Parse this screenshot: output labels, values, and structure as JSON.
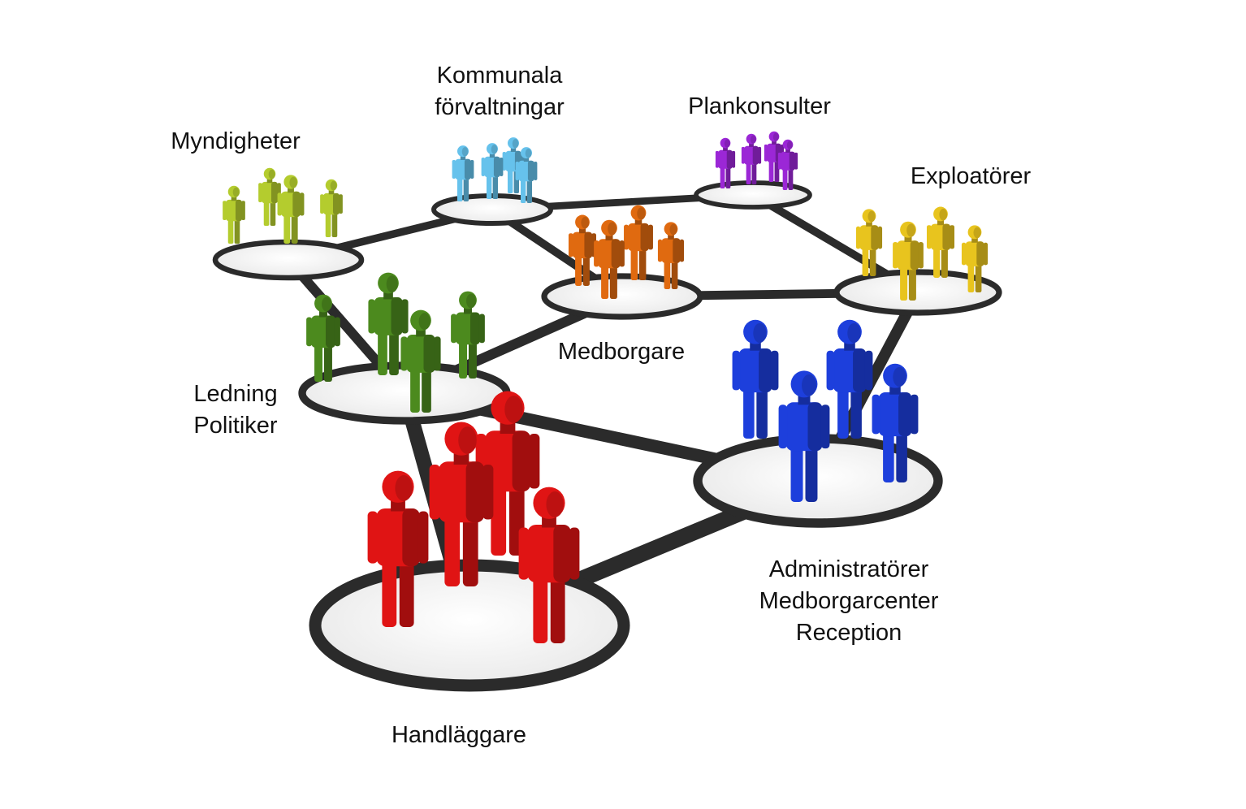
{
  "groups": {
    "myndigheter": {
      "lines": [
        "Myndigheter"
      ],
      "color": "#b4cc2e"
    },
    "kommunala": {
      "lines": [
        "Kommunala",
        "förvaltningar"
      ],
      "color": "#66c2ec"
    },
    "plankonsulter": {
      "lines": [
        "Plankonsulter"
      ],
      "color": "#9b27d6"
    },
    "exploatorer": {
      "lines": [
        "Exploatörer"
      ],
      "color": "#e8c41e"
    },
    "medborgare": {
      "lines": [
        "Medborgare"
      ],
      "color": "#e06a10"
    },
    "ledning": {
      "lines": [
        "Ledning",
        "Politiker"
      ],
      "color": "#4c8a1e"
    },
    "administratorer": {
      "lines": [
        "Administratörer",
        "Medborgarcenter",
        "Reception"
      ],
      "color": "#1d3fdc"
    },
    "handlaggare": {
      "lines": [
        "Handläggare"
      ],
      "color": "#e01414"
    }
  },
  "connections": [
    [
      "myndigheter",
      "kommunala"
    ],
    [
      "kommunala",
      "plankonsulter"
    ],
    [
      "plankonsulter",
      "exploatorer"
    ],
    [
      "kommunala",
      "medborgare"
    ],
    [
      "medborgare",
      "exploatorer"
    ],
    [
      "myndigheter",
      "ledning"
    ],
    [
      "ledning",
      "medborgare"
    ],
    [
      "exploatorer",
      "administratorer"
    ],
    [
      "ledning",
      "administratorer"
    ],
    [
      "ledning",
      "handlaggare"
    ],
    [
      "handlaggare",
      "administratorer"
    ]
  ]
}
